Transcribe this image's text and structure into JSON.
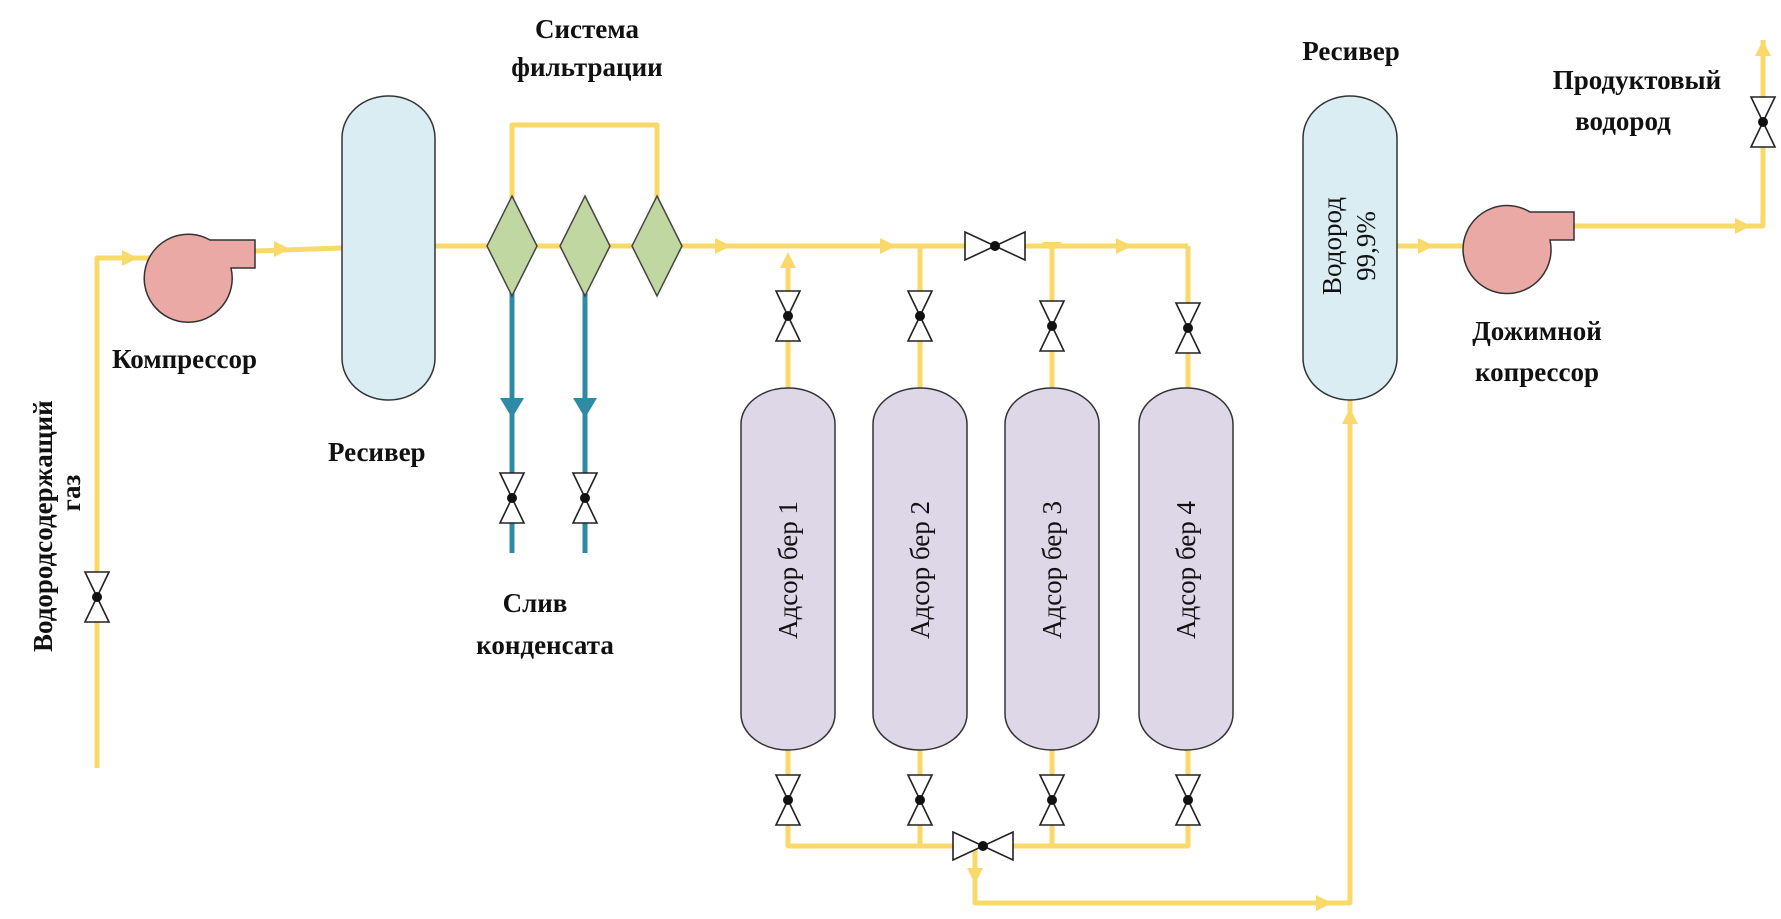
{
  "labels": {
    "inlet_line1": "Водородсодержащий",
    "inlet_line2": "газ",
    "compressor": "Компрессор",
    "receiver1": "Ресивер",
    "filtration_line1": "Система",
    "filtration_line2": "фильтрации",
    "drain_line1": "Слив",
    "drain_line2": "конденсата",
    "adsorber1": "Адсор бер 1",
    "adsorber2": "Адсор бер 2",
    "adsorber3": "Адсор бер 3",
    "adsorber4": "Адсор бер 4",
    "receiver2": "Ресивер",
    "hydrogen_line1": "Водород",
    "hydrogen_line2": "99,9%",
    "booster_line1": "Дожимной",
    "booster_line2": "копрессор",
    "product_line1": "Продуктовый",
    "product_line2": "водород"
  },
  "colors": {
    "gas_pipe": "#f9d96a",
    "drain_pipe": "#2f8aa6",
    "receiver_fill": "#d9edf2",
    "adsorber_fill": "#ddd7e8",
    "compressor_fill": "#eaa9a4",
    "filter_fill": "#c1d7a1"
  },
  "icons": [
    "compressor-icon",
    "receiver-icon",
    "filter-icon",
    "valve-icon",
    "adsorber-icon",
    "booster-compressor-icon"
  ]
}
